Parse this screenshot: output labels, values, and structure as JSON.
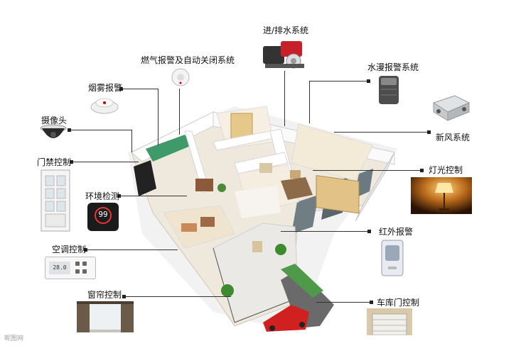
{
  "labels": {
    "water": "进/排水系统",
    "gas": "燃气报警及自动关闭系统",
    "flood": "水漫报警系统",
    "smoke": "烟雾报警",
    "camera": "摄像头",
    "fresh_air": "新风系统",
    "access": "门禁控制",
    "lighting": "灯光控制",
    "environment": "环境检测",
    "infrared": "红外报警",
    "aircon": "空调控制",
    "curtain": "窗帘控制",
    "garage": "车库门控制"
  },
  "devices": {
    "thermostat_reading": "99",
    "aircon_reading": "28.0"
  },
  "watermark": "昵图网"
}
